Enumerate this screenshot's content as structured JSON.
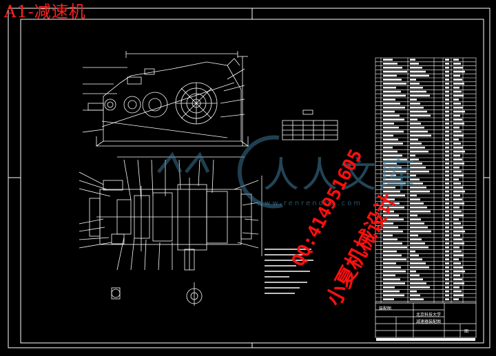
{
  "window_title": "A1-减速机",
  "watermark": {
    "brand_cn": "人人文库",
    "brand_en": "www.renrendoc.com"
  },
  "stamp": {
    "qq": "QQ:414951605",
    "shop": "小夏机械设计"
  },
  "title_block": {
    "org": "北京科技大学",
    "drawing": "减速器装配图",
    "left_cell": "装配图",
    "sheet": "图"
  },
  "colors": {
    "background": "#000000",
    "line": "#ffffff",
    "title": "#ff2020",
    "stamp": "#ff1010",
    "watermark": "#3f7f9f"
  }
}
